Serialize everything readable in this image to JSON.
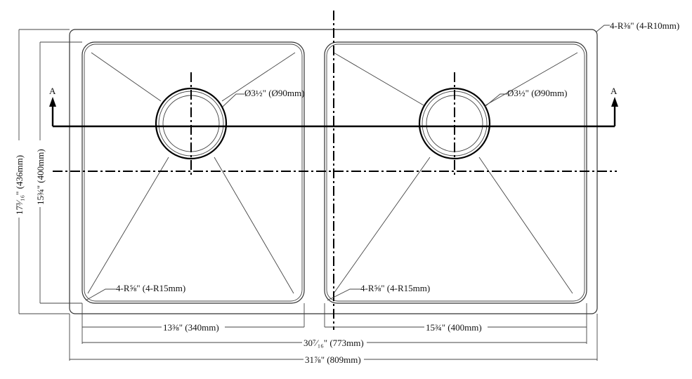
{
  "title": "Double bowl undermount sink dimension drawing",
  "labels": {
    "corner_radius_outer": "4-R⅜\" (4-R10mm)",
    "drain_left": "Ø3½\" (Ø90mm)",
    "drain_right": "Ø3½\" (Ø90mm)",
    "corner_radius_left": "4-R⅝\" (4-R15mm)",
    "corner_radius_right": "4-R⅝\" (4-R15mm)",
    "section_left": "A",
    "section_right": "A",
    "overall_depth": "17³⁄₁₆\" (436mm)",
    "bowl_depth": "15¾\" (400mm)",
    "left_bowl_width": "13⅜\" (340mm)",
    "right_bowl_width": "15¾\" (400mm)",
    "inner_width": "30⁷⁄₁₆\" (773mm)",
    "overall_width": "31⅞\" (809mm)"
  }
}
